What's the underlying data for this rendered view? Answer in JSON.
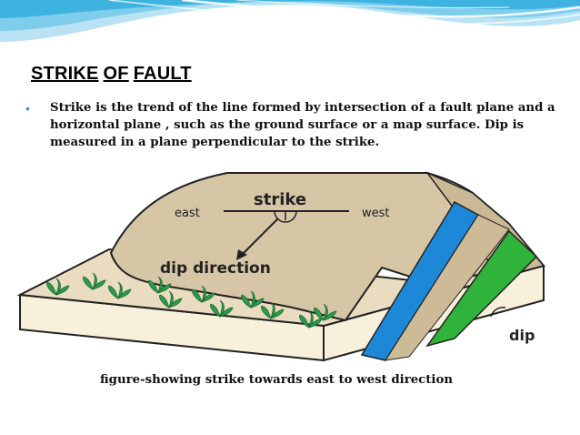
{
  "slide": {
    "title_part1": "STRIKE",
    "title_part2": "OF",
    "title_part3": "FAULT",
    "bullet": "Strike is the trend of the line formed by intersection of a  fault plane and a horizontal plane , such as the ground surface or  a map surface. Dip is measured in  a plane  perpendicular  to the strike.",
    "caption": "figure-showing strike towards east to west direction"
  },
  "diagram": {
    "strike_label": "strike",
    "east_label": "east",
    "west_label": "west",
    "dip_direction_label": "dip direction",
    "dip_label": "dip"
  },
  "colors": {
    "wave_blue": "#3fb3e0",
    "bullet_blue": "#2e9fd8",
    "surface_tan": "#d8c8a8",
    "side_cream": "#f5efd8",
    "layer_blue": "#1e88d8",
    "layer_green": "#2fb33a",
    "plant_green": "#2f9a4a"
  }
}
